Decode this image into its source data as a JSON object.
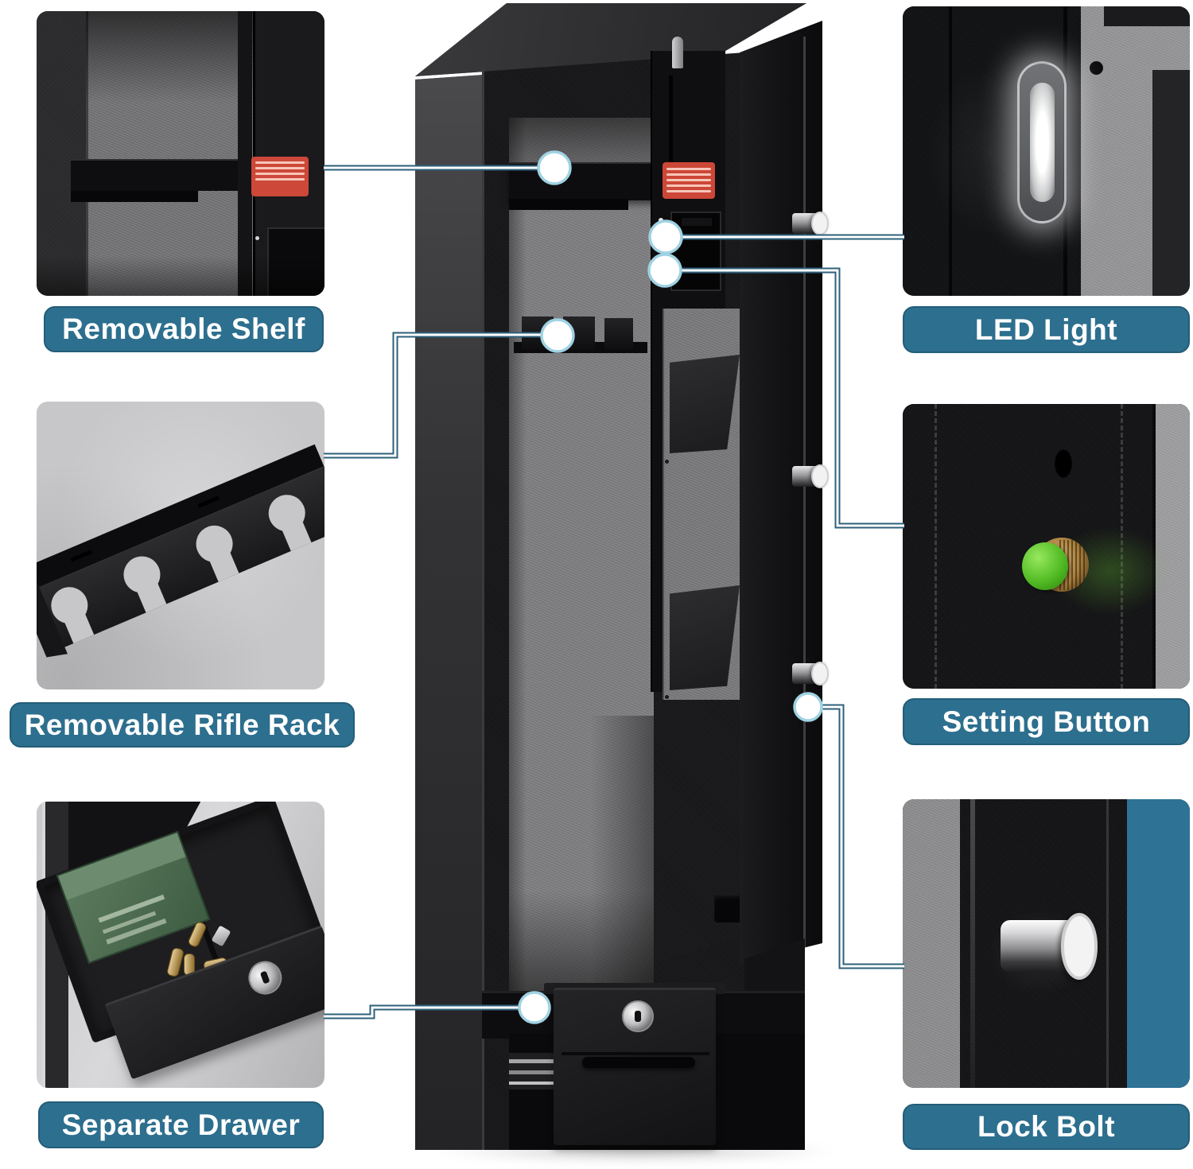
{
  "product": {
    "description": "gun safe feature callout diagram",
    "callouts": [
      {
        "id": "removable-shelf",
        "label": "Removable Shelf",
        "side": "left"
      },
      {
        "id": "removable-rifle-rack",
        "label": "Removable Rifle Rack",
        "side": "left"
      },
      {
        "id": "separate-drawer",
        "label": "Separate Drawer",
        "side": "left"
      },
      {
        "id": "led-light",
        "label": "LED Light",
        "side": "right"
      },
      {
        "id": "setting-button",
        "label": "Setting Button",
        "side": "right"
      },
      {
        "id": "lock-bolt",
        "label": "Lock Bolt",
        "side": "right"
      }
    ],
    "colors": {
      "label_bg": "#2d6f8e",
      "label_text": "#ffffff",
      "connector_outline": "#2e607a",
      "connector_core": "#ffffff",
      "dot_ring": "#9fd2e3",
      "accent_panel_blue": "#2e7296",
      "warning_label_red": "#cc4737",
      "setting_button_green": "#52bb24",
      "felt_gray": "#828285",
      "safe_black": "#17171a"
    }
  }
}
